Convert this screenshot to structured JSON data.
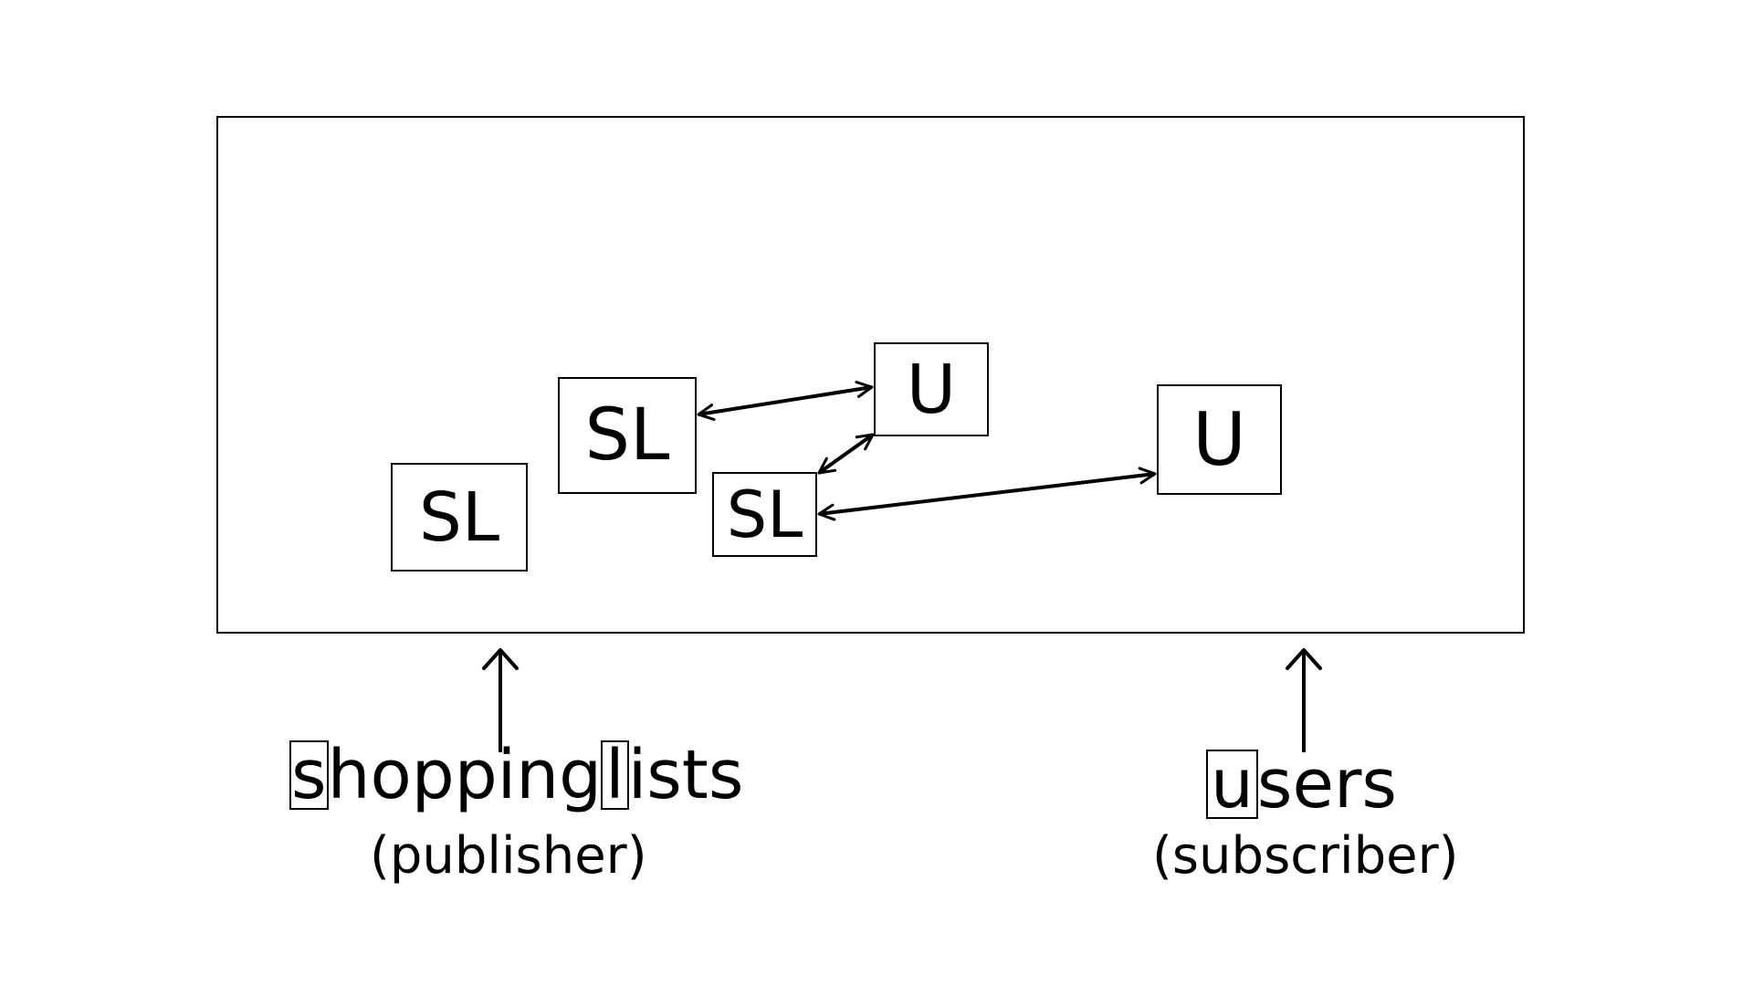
{
  "diagram": {
    "nodes": [
      {
        "id": "sl-1",
        "label": "SL"
      },
      {
        "id": "sl-2",
        "label": "SL"
      },
      {
        "id": "sl-3",
        "label": "SL"
      },
      {
        "id": "u-1",
        "label": "U"
      },
      {
        "id": "u-2",
        "label": "U"
      }
    ],
    "edges": [
      {
        "from": "sl-2",
        "to": "u-1",
        "kind": "bidirectional"
      },
      {
        "from": "sl-3",
        "to": "u-1",
        "kind": "bidirectional"
      },
      {
        "from": "sl-3",
        "to": "u-2",
        "kind": "bidirectional"
      }
    ]
  },
  "labels": {
    "publisher": {
      "word_first": "s",
      "word_mid": "hopping",
      "word_boxed": "l",
      "word_rest": "ists",
      "role": "(publisher)"
    },
    "subscriber": {
      "word_first": "u",
      "word_rest": "sers",
      "role": "(subscriber)"
    }
  }
}
